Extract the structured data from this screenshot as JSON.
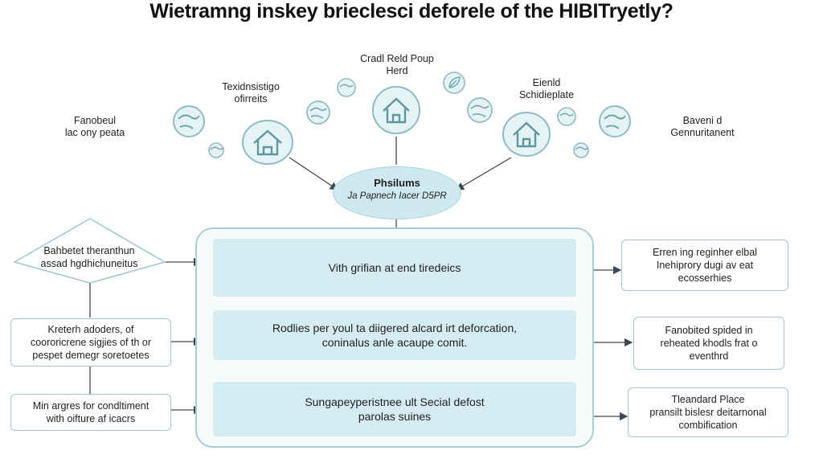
{
  "title": "Wietramng inskey brieclesci deforele of the HIBITryetly?",
  "top_labels": {
    "center": {
      "line1": "Cradl Reld Poup",
      "line2": "Herd"
    },
    "upper_left": {
      "line1": "Texidnsistigo",
      "line2": "ofirreits"
    },
    "upper_right": {
      "line1": "Eienld",
      "line2": "Schidieplate"
    },
    "left": {
      "line1": "Fanobeul",
      "line2": "lac ony peata"
    },
    "right": {
      "line1": "Baveni d",
      "line2": "Gennuritanent"
    }
  },
  "hub": {
    "title": "Phsilums",
    "subtitle": "Ja Papnech Iacer D5PR"
  },
  "panels": [
    {
      "line1": "Vith grifian at end tiredeics",
      "line2": ""
    },
    {
      "line1": "Rodlies per youl ta diigered alcard irt deforcation,",
      "line2": "coninalus anle acaupe comit."
    },
    {
      "line1": "Sungapeyperistnee ult Secial defost",
      "line2": "parolas suines"
    }
  ],
  "left_boxes": {
    "diamond": {
      "line1": "Bahbetet theranthun",
      "line2": "assad hgdhichuneitus"
    },
    "box1": {
      "line1": "Kreterh adoders, of",
      "line2": "coororicrene sigjies of th or",
      "line3": "pespet demegr soretoetes"
    },
    "box2": {
      "line1": "Min argres for condltiment",
      "line2": "with oifture af icacrs"
    }
  },
  "right_boxes": {
    "box1": {
      "line1": "Erren ing reginher elbal",
      "line2": "Inehiprory dugi av eat",
      "line3": "ecosserhies"
    },
    "box2": {
      "line1": "Fanobited spided in",
      "line2": "reheated khodls frat o",
      "line3": "eventhrd"
    },
    "box3": {
      "line1": "Tleandard Place",
      "line2": "pransilt bislesr deitarnonal",
      "line3": "combification"
    }
  },
  "colors": {
    "accent": "#5aa6b8",
    "panel": "#d5ecf3",
    "hub": "#cfe9f1",
    "line": "#3d4a55"
  },
  "icons": [
    "globe-icon",
    "house-icon",
    "leaf-icon"
  ]
}
